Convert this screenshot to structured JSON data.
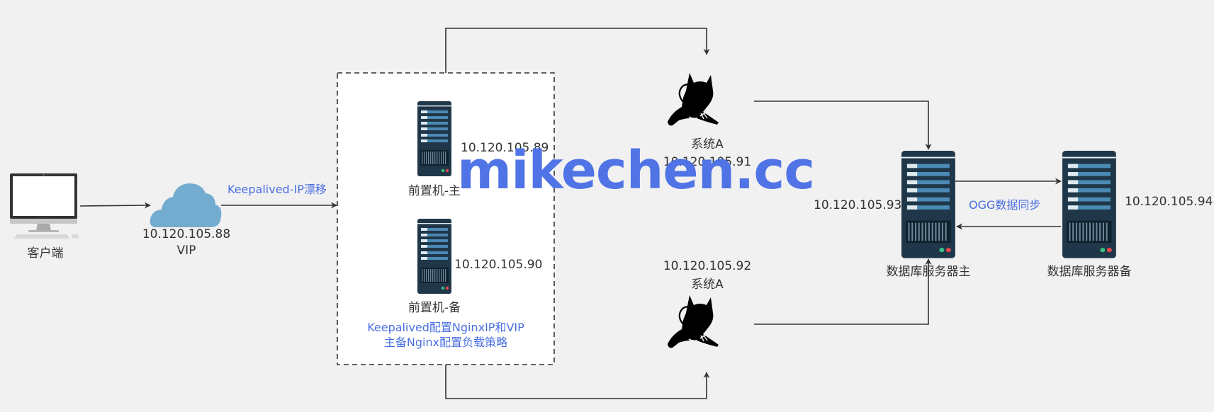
{
  "client": {
    "label": "客户端"
  },
  "vip": {
    "ip": "10.120.105.88",
    "label": "VIP"
  },
  "keepalived_edge_label": "Keepalived-IP漂移",
  "front_main": {
    "ip": "10.120.105.89",
    "label": "前置机-主"
  },
  "front_backup": {
    "ip": "10.120.105.90",
    "label": "前置机-备"
  },
  "group_note": {
    "line1": "Keepalived配置NginxIP和VIP",
    "line2": "主备Nginx配置负载策略"
  },
  "system_top": {
    "label": "系统A",
    "ip": "10.120.105.91"
  },
  "system_bottom": {
    "ip": "10.120.105.92",
    "label": "系统A"
  },
  "db_main": {
    "ip": "10.120.105.93",
    "label": "数据库服务器主"
  },
  "db_backup": {
    "ip": "10.120.105.94",
    "label": "数据库服务器备"
  },
  "ogg_edge_label": "OGG数据同步",
  "watermark": "mikechen.cc",
  "colors": {
    "background": "#f1f1f1",
    "server": "#1f3748",
    "cloud": "#74acd0",
    "accent_text": "#4a6fe3",
    "watermark": "#5073e6"
  },
  "icons": [
    "monitor-icon",
    "cloud-icon",
    "server-icon",
    "tomcat-cat-icon"
  ]
}
